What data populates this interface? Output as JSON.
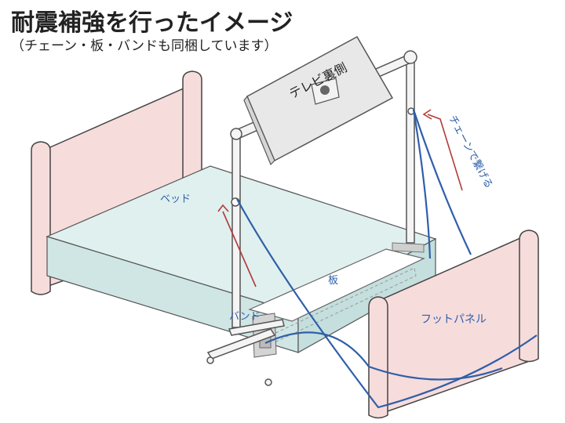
{
  "header": {
    "title": "耐震補強を行ったイメージ",
    "subtitle": "（チェーン・板・バンドも同梱しています）"
  },
  "labels": {
    "tv_back": "テレビ裏側",
    "chain": "チェーンで繋げる",
    "bed": "ベッド",
    "board": "板",
    "band": "バンド",
    "foot_panel": "フットパネル"
  },
  "colors": {
    "panel_fill": "#f7dcdc",
    "panel_stroke": "#444444",
    "mattress_fill": "#dff0ef",
    "mattress_side": "#cfe6e5",
    "chain_blue": "#2f5fa8",
    "arrow_red": "#b33a3a",
    "label_blue": "#2f5fa8",
    "stand_fill": "#f4f4f4",
    "tv_fill": "#e8e8e8"
  }
}
